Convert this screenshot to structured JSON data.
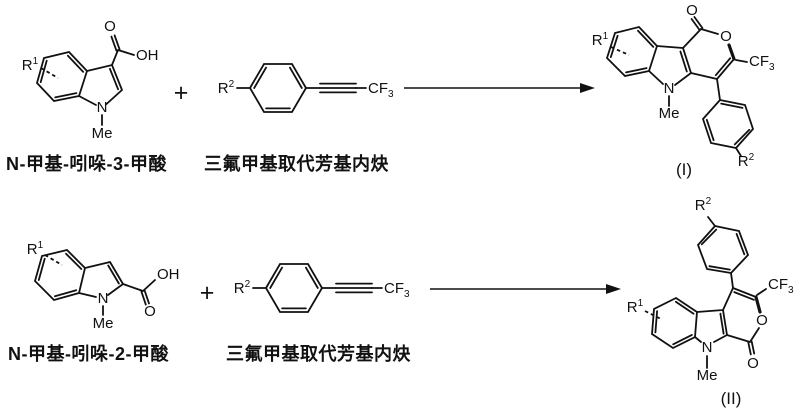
{
  "scheme": {
    "row1": {
      "reactant1_name": "N-甲基-吲哚-3-甲酸",
      "plus": "+",
      "reactant2_name": "三氟甲基取代芳基内炔",
      "product_tag": "(I)"
    },
    "row2": {
      "reactant1_name": "N-甲基-吲哚-2-甲酸",
      "plus": "+",
      "reactant2_name": "三氟甲基取代芳基内炔",
      "product_tag": "(II)"
    },
    "atoms": {
      "r": "R",
      "sup1": "1",
      "sup2": "2",
      "n": "N",
      "me": "Me",
      "o": "O",
      "oh": "OH",
      "cf": "CF",
      "sub3": "3"
    },
    "colors": {
      "ink": "#111111",
      "background": "#ffffff"
    }
  }
}
